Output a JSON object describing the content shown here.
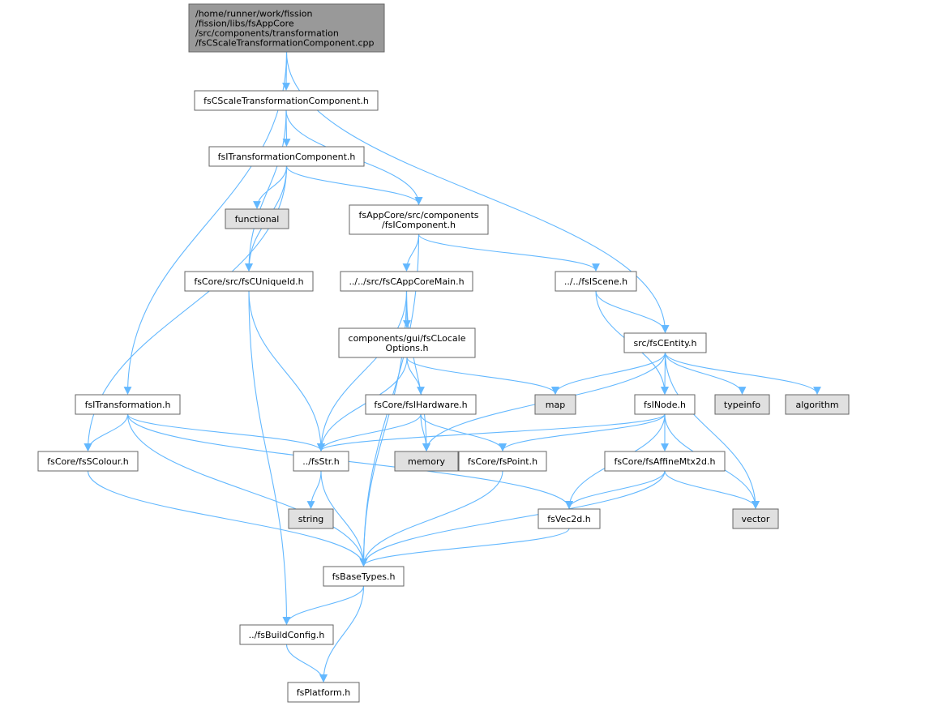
{
  "colors": {
    "edge": "#63b8ff",
    "root_fill": "#999999",
    "node_fill": "#ffffff",
    "system_fill": "#e0e0e0",
    "border": "#666666"
  },
  "nodes": [
    {
      "id": "root",
      "kind": "root",
      "lines": [
        "/home/runner/work/fission",
        "/fission/libs/fsAppCore",
        "/src/components/transformation",
        "/fsCScaleTransformationComponent.cpp"
      ]
    },
    {
      "id": "scale_h",
      "kind": "file",
      "lines": [
        "fsCScaleTransformationComponent.h"
      ]
    },
    {
      "id": "itransformcomp_h",
      "kind": "file",
      "lines": [
        "fsITransformationComponent.h"
      ]
    },
    {
      "id": "functional",
      "kind": "system",
      "lines": [
        "functional"
      ]
    },
    {
      "id": "icomponent_h",
      "kind": "file",
      "lines": [
        "fsAppCore/src/components",
        "/fsIComponent.h"
      ]
    },
    {
      "id": "uniqueid_h",
      "kind": "file",
      "lines": [
        "fsCore/src/fsCUniqueId.h"
      ]
    },
    {
      "id": "appcoremain_h",
      "kind": "file",
      "lines": [
        "../../src/fsCAppCoreMain.h"
      ]
    },
    {
      "id": "iscene_h",
      "kind": "file",
      "lines": [
        "../../fsIScene.h"
      ]
    },
    {
      "id": "localeoptions_h",
      "kind": "file",
      "lines": [
        "components/gui/fsCLocale",
        "Options.h"
      ]
    },
    {
      "id": "centity_h",
      "kind": "file",
      "lines": [
        "src/fsCEntity.h"
      ]
    },
    {
      "id": "itransformation_h",
      "kind": "file",
      "lines": [
        "fsITransformation.h"
      ]
    },
    {
      "id": "ihardware_h",
      "kind": "file",
      "lines": [
        "fsCore/fsIHardware.h"
      ]
    },
    {
      "id": "map",
      "kind": "system",
      "lines": [
        "map"
      ]
    },
    {
      "id": "inode_h",
      "kind": "file",
      "lines": [
        "fsINode.h"
      ]
    },
    {
      "id": "typeinfo",
      "kind": "system",
      "lines": [
        "typeinfo"
      ]
    },
    {
      "id": "algorithm",
      "kind": "system",
      "lines": [
        "algorithm"
      ]
    },
    {
      "id": "scolour_h",
      "kind": "file",
      "lines": [
        "fsCore/fsSColour.h"
      ]
    },
    {
      "id": "fsstr_h",
      "kind": "file",
      "lines": [
        "../fsStr.h"
      ]
    },
    {
      "id": "memory",
      "kind": "system",
      "lines": [
        "memory"
      ]
    },
    {
      "id": "point_h",
      "kind": "file",
      "lines": [
        "fsCore/fsPoint.h"
      ]
    },
    {
      "id": "affinemtx_h",
      "kind": "file",
      "lines": [
        "fsCore/fsAffineMtx2d.h"
      ]
    },
    {
      "id": "string",
      "kind": "system",
      "lines": [
        "string"
      ]
    },
    {
      "id": "vec2d_h",
      "kind": "file",
      "lines": [
        "fsVec2d.h"
      ]
    },
    {
      "id": "vector",
      "kind": "system",
      "lines": [
        "vector"
      ]
    },
    {
      "id": "basetypes_h",
      "kind": "file",
      "lines": [
        "fsBaseTypes.h"
      ]
    },
    {
      "id": "buildconfig_h",
      "kind": "file",
      "lines": [
        "../fsBuildConfig.h"
      ]
    },
    {
      "id": "platform_h",
      "kind": "file",
      "lines": [
        "fsPlatform.h"
      ]
    }
  ],
  "edges": [
    [
      "root",
      "scale_h"
    ],
    [
      "root",
      "itransformation_h"
    ],
    [
      "root",
      "centity_h"
    ],
    [
      "scale_h",
      "itransformcomp_h"
    ],
    [
      "scale_h",
      "uniqueid_h"
    ],
    [
      "scale_h",
      "icomponent_h"
    ],
    [
      "itransformcomp_h",
      "functional"
    ],
    [
      "itransformcomp_h",
      "uniqueid_h"
    ],
    [
      "itransformcomp_h",
      "icomponent_h"
    ],
    [
      "itransformcomp_h",
      "scolour_h"
    ],
    [
      "icomponent_h",
      "appcoremain_h"
    ],
    [
      "icomponent_h",
      "iscene_h"
    ],
    [
      "icomponent_h",
      "basetypes_h"
    ],
    [
      "uniqueid_h",
      "fsstr_h"
    ],
    [
      "uniqueid_h",
      "buildconfig_h"
    ],
    [
      "appcoremain_h",
      "localeoptions_h"
    ],
    [
      "appcoremain_h",
      "fsstr_h"
    ],
    [
      "appcoremain_h",
      "memory"
    ],
    [
      "appcoremain_h",
      "basetypes_h"
    ],
    [
      "iscene_h",
      "centity_h"
    ],
    [
      "iscene_h",
      "inode_h"
    ],
    [
      "localeoptions_h",
      "ihardware_h"
    ],
    [
      "localeoptions_h",
      "map"
    ],
    [
      "localeoptions_h",
      "fsstr_h"
    ],
    [
      "centity_h",
      "map"
    ],
    [
      "centity_h",
      "inode_h"
    ],
    [
      "centity_h",
      "typeinfo"
    ],
    [
      "centity_h",
      "algorithm"
    ],
    [
      "centity_h",
      "memory"
    ],
    [
      "centity_h",
      "vector"
    ],
    [
      "itransformation_h",
      "scolour_h"
    ],
    [
      "itransformation_h",
      "fsstr_h"
    ],
    [
      "itransformation_h",
      "vec2d_h"
    ],
    [
      "itransformation_h",
      "basetypes_h"
    ],
    [
      "ihardware_h",
      "fsstr_h"
    ],
    [
      "ihardware_h",
      "memory"
    ],
    [
      "ihardware_h",
      "point_h"
    ],
    [
      "inode_h",
      "fsstr_h"
    ],
    [
      "inode_h",
      "point_h"
    ],
    [
      "inode_h",
      "affinemtx_h"
    ],
    [
      "inode_h",
      "vec2d_h"
    ],
    [
      "inode_h",
      "vector"
    ],
    [
      "scolour_h",
      "basetypes_h"
    ],
    [
      "fsstr_h",
      "string"
    ],
    [
      "fsstr_h",
      "basetypes_h"
    ],
    [
      "point_h",
      "basetypes_h"
    ],
    [
      "affinemtx_h",
      "vec2d_h"
    ],
    [
      "affinemtx_h",
      "vector"
    ],
    [
      "affinemtx_h",
      "basetypes_h"
    ],
    [
      "vec2d_h",
      "basetypes_h"
    ],
    [
      "basetypes_h",
      "buildconfig_h"
    ],
    [
      "basetypes_h",
      "platform_h"
    ],
    [
      "buildconfig_h",
      "platform_h"
    ]
  ]
}
